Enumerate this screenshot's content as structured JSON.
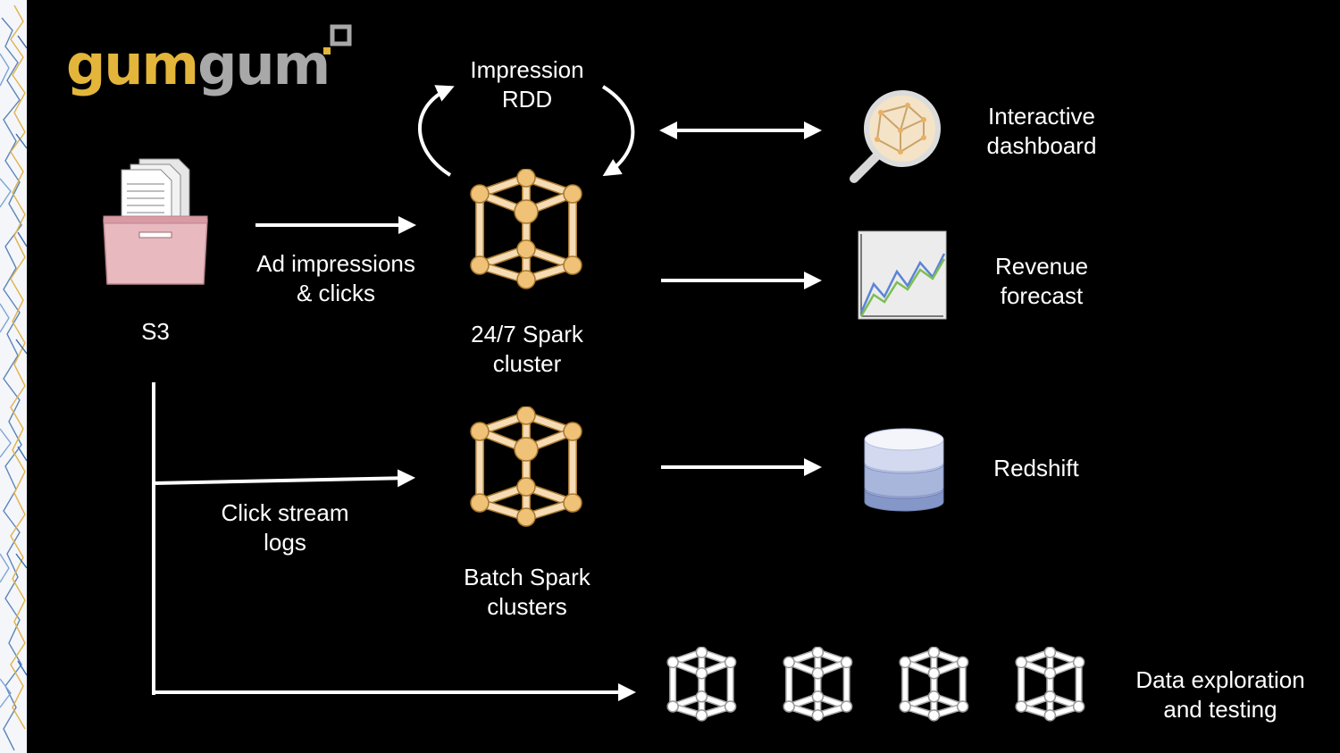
{
  "logo": {
    "part1": "gum",
    "part2": "gum"
  },
  "colors": {
    "background": "#000000",
    "logo_gold": "#e3b53a",
    "logo_gray": "#a8a8a8",
    "node_gold": "#f0c278",
    "edge_cream": "#f6dcb4",
    "box_pink": "#e8b9bf",
    "db_blue": "#8597c9"
  },
  "nodes": {
    "s3": {
      "label": "S3",
      "icon": "file-box-icon"
    },
    "impression_rdd": {
      "label": "Impression\nRDD"
    },
    "spark_247": {
      "label": "24/7 Spark\ncluster",
      "icon": "spark-cube-icon"
    },
    "batch_spark": {
      "label": "Batch Spark\nclusters",
      "icon": "spark-cube-icon"
    },
    "dashboard": {
      "label": "Interactive\ndashboard",
      "icon": "magnifier-graph-icon"
    },
    "revenue": {
      "label": "Revenue\nforecast",
      "icon": "line-chart-icon"
    },
    "redshift": {
      "label": "Redshift",
      "icon": "database-icon"
    },
    "exploration": {
      "label": "Data exploration\nand testing",
      "icon": "white-cube-icon"
    }
  },
  "edges": {
    "ad_impressions": "Ad impressions\n& clicks",
    "click_stream": "Click stream\nlogs"
  }
}
